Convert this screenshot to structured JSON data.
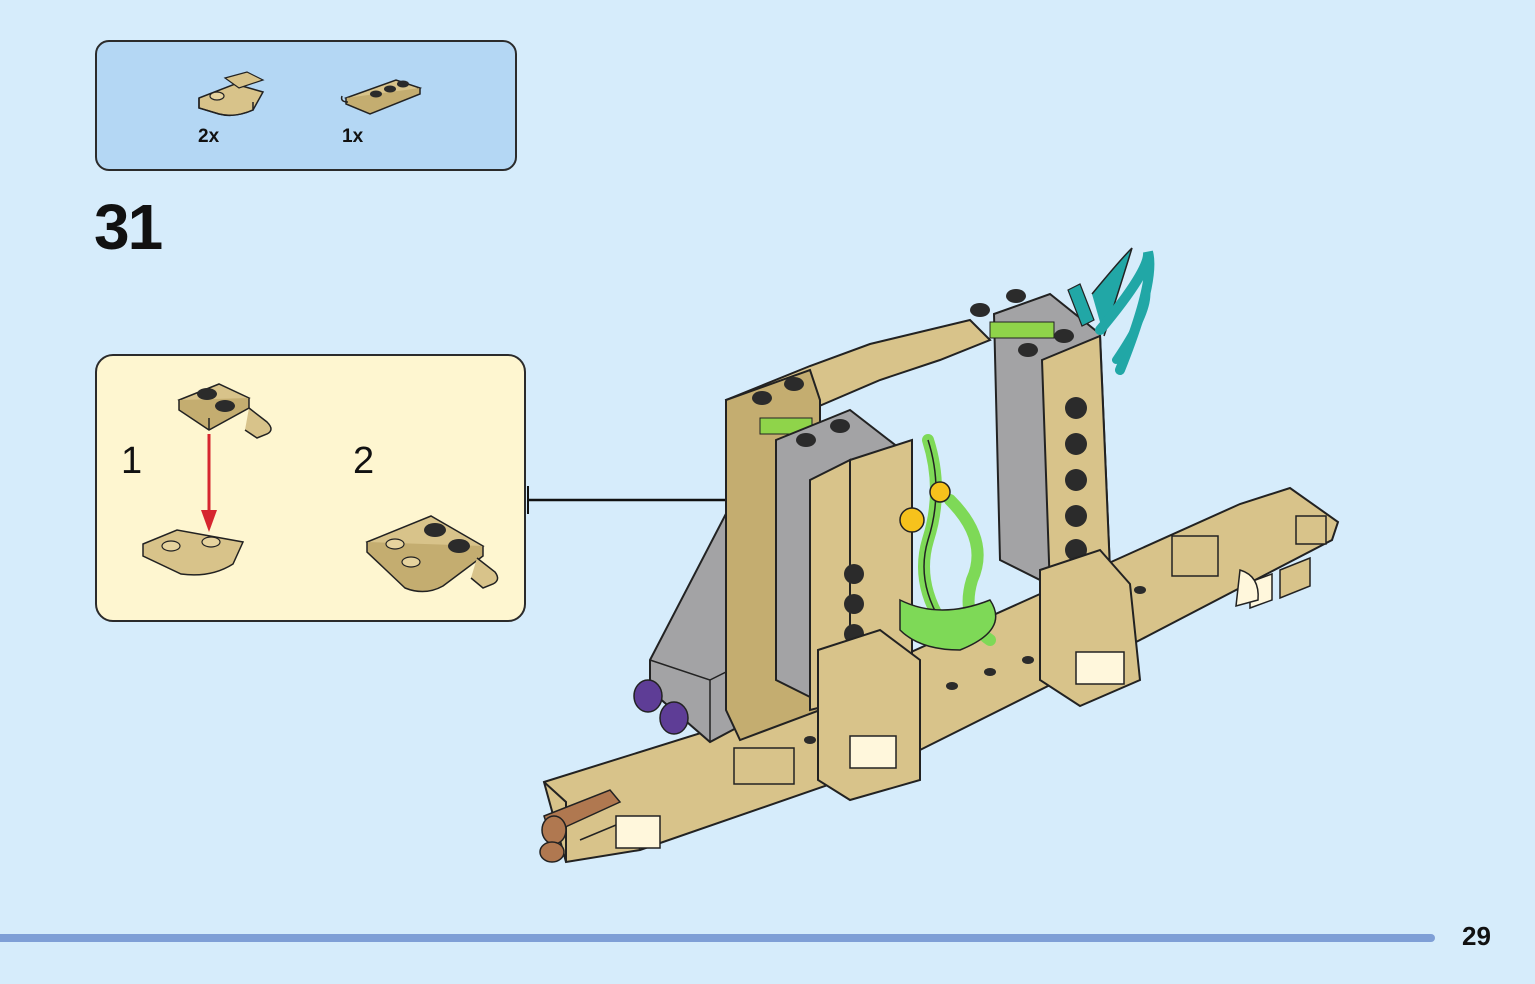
{
  "parts_list": {
    "items": [
      {
        "icon": "tan-curved-plate-icon",
        "qty": "2x"
      },
      {
        "icon": "tan-clip-plate-icon",
        "qty": "1x"
      }
    ]
  },
  "step": {
    "number": "31"
  },
  "sub_assembly": {
    "steps": [
      {
        "label": "1"
      },
      {
        "label": "2"
      }
    ]
  },
  "colors": {
    "background": "#d6ecfb",
    "parts_box": "#b4d7f4",
    "sub_box": "#fef6d0",
    "tan": "#d8c38a",
    "tan_dark": "#a9945c",
    "gray": "#a3a3a5",
    "lime": "#8fd44a",
    "teal": "#21a7a6",
    "purple": "#5e3d96",
    "red_arrow": "#d6262f",
    "bar": "#7f9fd6"
  },
  "page": {
    "number": "29"
  }
}
